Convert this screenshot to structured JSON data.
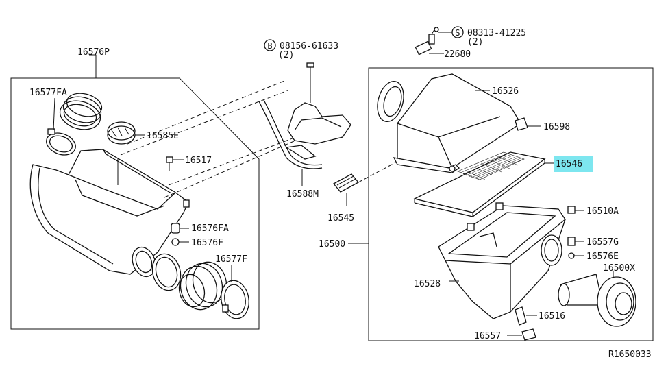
{
  "labels": {
    "p16576P": "16576P",
    "p16577FA": "16577FA",
    "p16585E": "16585E",
    "p16517": "16517",
    "p16576FA": "16576FA",
    "p16576F": "16576F",
    "p16577F": "16577F",
    "p16588M": "16588M",
    "p16545": "16545",
    "p16500": "16500",
    "p16528": "16528",
    "p16526": "16526",
    "p16598": "16598",
    "p16546": "16546",
    "p16510A": "16510A",
    "p16557G": "16557G",
    "p16576E": "16576E",
    "p16500X": "16500X",
    "p16516": "16516",
    "p16557": "16557",
    "p22680": "22680",
    "bolt_B": "08156-61633",
    "bolt_B_qty": "(2)",
    "bolt_B_mark": "B",
    "screw_S": "08313-41225",
    "screw_S_qty": "(2)",
    "screw_S_mark": "S",
    "diagram_ref": "R1650033"
  },
  "highlight": {
    "part": "16546",
    "color": "#7de6ef"
  }
}
